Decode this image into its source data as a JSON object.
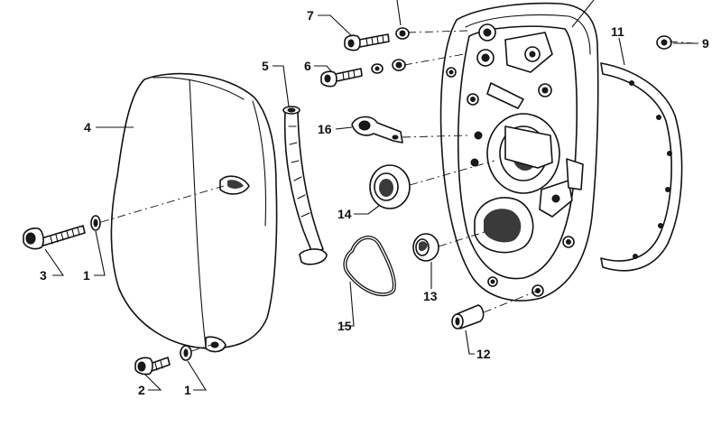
{
  "diagram": {
    "callouts": [
      {
        "id": "c4",
        "number": "4"
      },
      {
        "id": "c3",
        "number": "3"
      },
      {
        "id": "c1a",
        "number": "1"
      },
      {
        "id": "c2",
        "number": "2"
      },
      {
        "id": "c1b",
        "number": "1"
      },
      {
        "id": "c5",
        "number": "5"
      },
      {
        "id": "c7",
        "number": "7"
      },
      {
        "id": "c6",
        "number": "6"
      },
      {
        "id": "c16",
        "number": "16"
      },
      {
        "id": "c14",
        "number": "14"
      },
      {
        "id": "c15",
        "number": "15"
      },
      {
        "id": "c13",
        "number": "13"
      },
      {
        "id": "c12",
        "number": "12"
      },
      {
        "id": "c11",
        "number": "11"
      },
      {
        "id": "c9",
        "number": "9"
      }
    ]
  }
}
